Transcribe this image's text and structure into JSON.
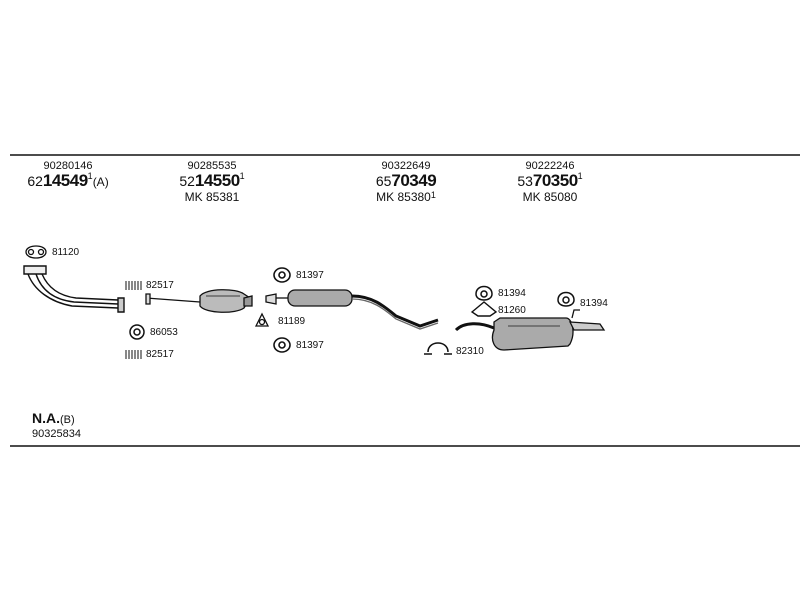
{
  "columns": [
    {
      "ref": "90280146",
      "prefix": "62",
      "code": "14549",
      "sup": "1",
      "suffix": "(A)",
      "mk": ""
    },
    {
      "ref": "90285535",
      "prefix": "52",
      "code": "14550",
      "sup": "1",
      "suffix": "",
      "mk": "MK  85381"
    },
    {
      "ref": "90322649",
      "prefix": "65",
      "code": "70349",
      "sup": "",
      "suffix": "",
      "mk": "MK  85380",
      "mk_sup": "1"
    },
    {
      "ref": "90222246",
      "prefix": "53",
      "code": "70350",
      "sup": "1",
      "suffix": "",
      "mk": "MK  85080"
    }
  ],
  "labels": {
    "l81120": "81120",
    "l82517a": "82517",
    "l86053": "86053",
    "l82517b": "82517",
    "l81397a": "81397",
    "l81189": "81189",
    "l81397b": "81397",
    "l81394a": "81394",
    "l81260": "81260",
    "l81394b": "81394",
    "l82310": "82310"
  },
  "footer": {
    "title": "N.A.",
    "suffix": "(B)",
    "code": "90325834"
  }
}
